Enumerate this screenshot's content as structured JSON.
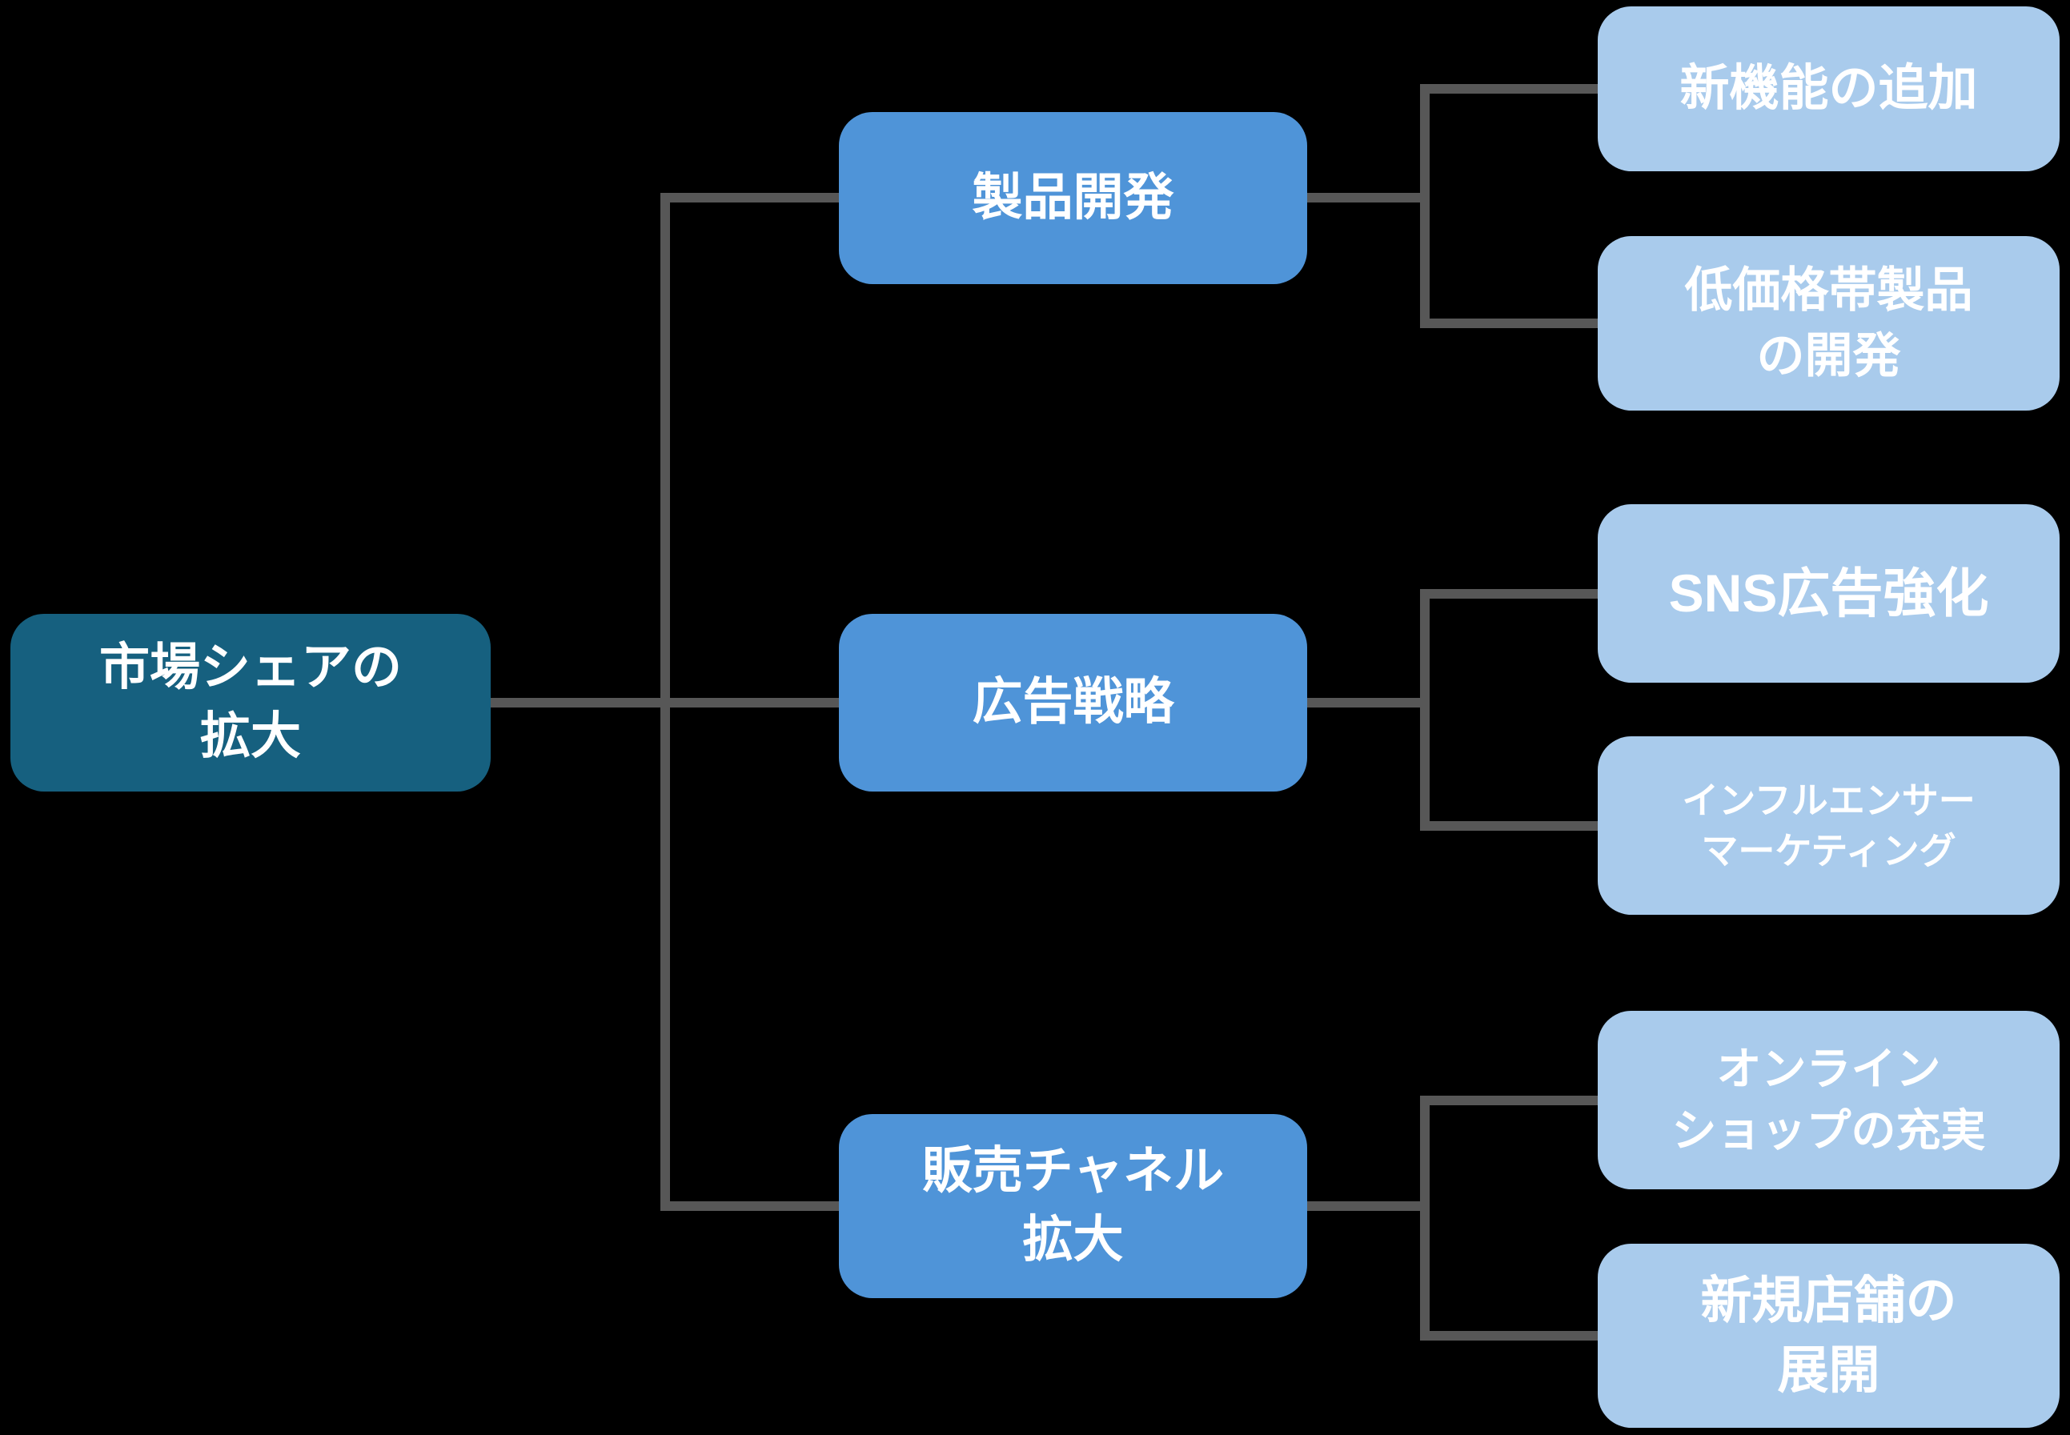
{
  "colors": {
    "background": "#000000",
    "connector": "#575757",
    "root_fill": "#16607f",
    "branch_fill": "#4f94d8",
    "leaf_fill": "#a9cbec",
    "text": "#ffffff"
  },
  "diagram": {
    "type": "tree",
    "root": {
      "label": "市場シェアの拡大",
      "lines": [
        "市場シェアの",
        "拡大"
      ]
    },
    "branches": [
      {
        "label": "製品開発",
        "lines": [
          "製品開発"
        ],
        "children": [
          {
            "label": "新機能の追加",
            "lines": [
              "新機能の追加"
            ]
          },
          {
            "label": "低価格帯製品の開発",
            "lines": [
              "低価格帯製品",
              "の開発"
            ]
          }
        ]
      },
      {
        "label": "広告戦略",
        "lines": [
          "広告戦略"
        ],
        "children": [
          {
            "label": "SNS広告強化",
            "lines": [
              "SNS広告強化"
            ]
          },
          {
            "label": "インフルエンサーマーケティング",
            "lines": [
              "インフルエンサー",
              "マーケティング"
            ]
          }
        ]
      },
      {
        "label": "販売チャネル拡大",
        "lines": [
          "販売チャネル",
          "拡大"
        ],
        "children": [
          {
            "label": "オンラインショップの充実",
            "lines": [
              "オンライン",
              "ショップの充実"
            ]
          },
          {
            "label": "新規店舗の展開",
            "lines": [
              "新規店舗の",
              "展開"
            ]
          }
        ]
      }
    ]
  }
}
